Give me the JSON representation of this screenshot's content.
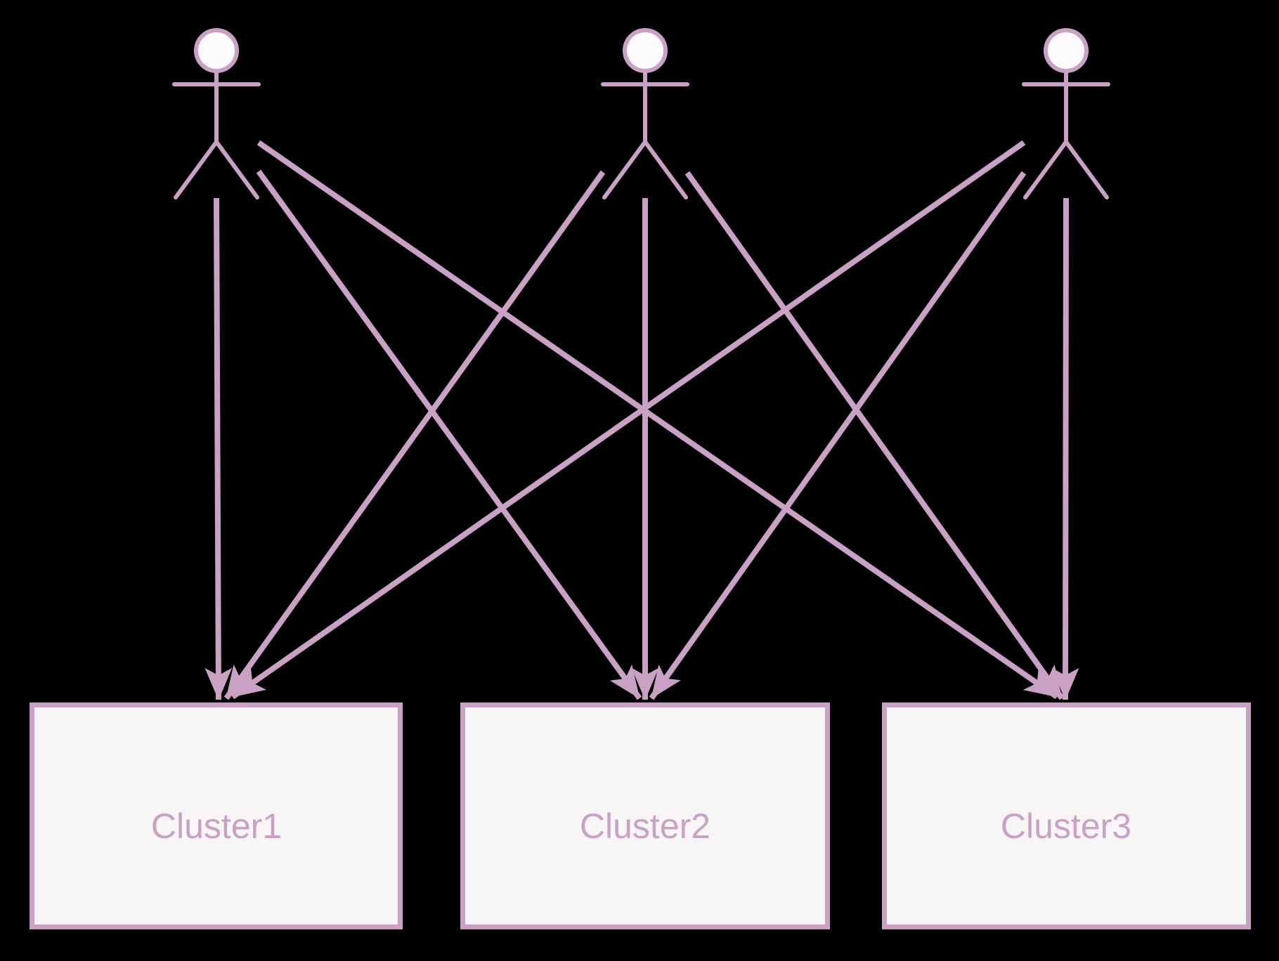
{
  "diagram": {
    "type": "uml-use-case-style-diagram",
    "colors": {
      "bg": "#000000",
      "stroke": "#c9a1c4",
      "box-fill": "#f7f5f6",
      "head-fill": "#fcfafc",
      "label": "#c9a1c4"
    },
    "actors": [
      {
        "id": "actor-1"
      },
      {
        "id": "actor-2"
      },
      {
        "id": "actor-3"
      }
    ],
    "clusters": [
      {
        "id": "cluster-1",
        "label": "Cluster1"
      },
      {
        "id": "cluster-2",
        "label": "Cluster2"
      },
      {
        "id": "cluster-3",
        "label": "Cluster3"
      }
    ],
    "edges": [
      {
        "from": "actor-1",
        "to": "cluster-1",
        "arrow": "end"
      },
      {
        "from": "actor-1",
        "to": "cluster-2",
        "arrow": "end"
      },
      {
        "from": "actor-1",
        "to": "cluster-3",
        "arrow": "end"
      },
      {
        "from": "actor-2",
        "to": "cluster-1",
        "arrow": "end"
      },
      {
        "from": "actor-2",
        "to": "cluster-2",
        "arrow": "end"
      },
      {
        "from": "actor-2",
        "to": "cluster-3",
        "arrow": "end"
      },
      {
        "from": "actor-3",
        "to": "cluster-1",
        "arrow": "end"
      },
      {
        "from": "actor-3",
        "to": "cluster-2",
        "arrow": "end"
      },
      {
        "from": "actor-3",
        "to": "cluster-3",
        "arrow": "end"
      }
    ]
  }
}
